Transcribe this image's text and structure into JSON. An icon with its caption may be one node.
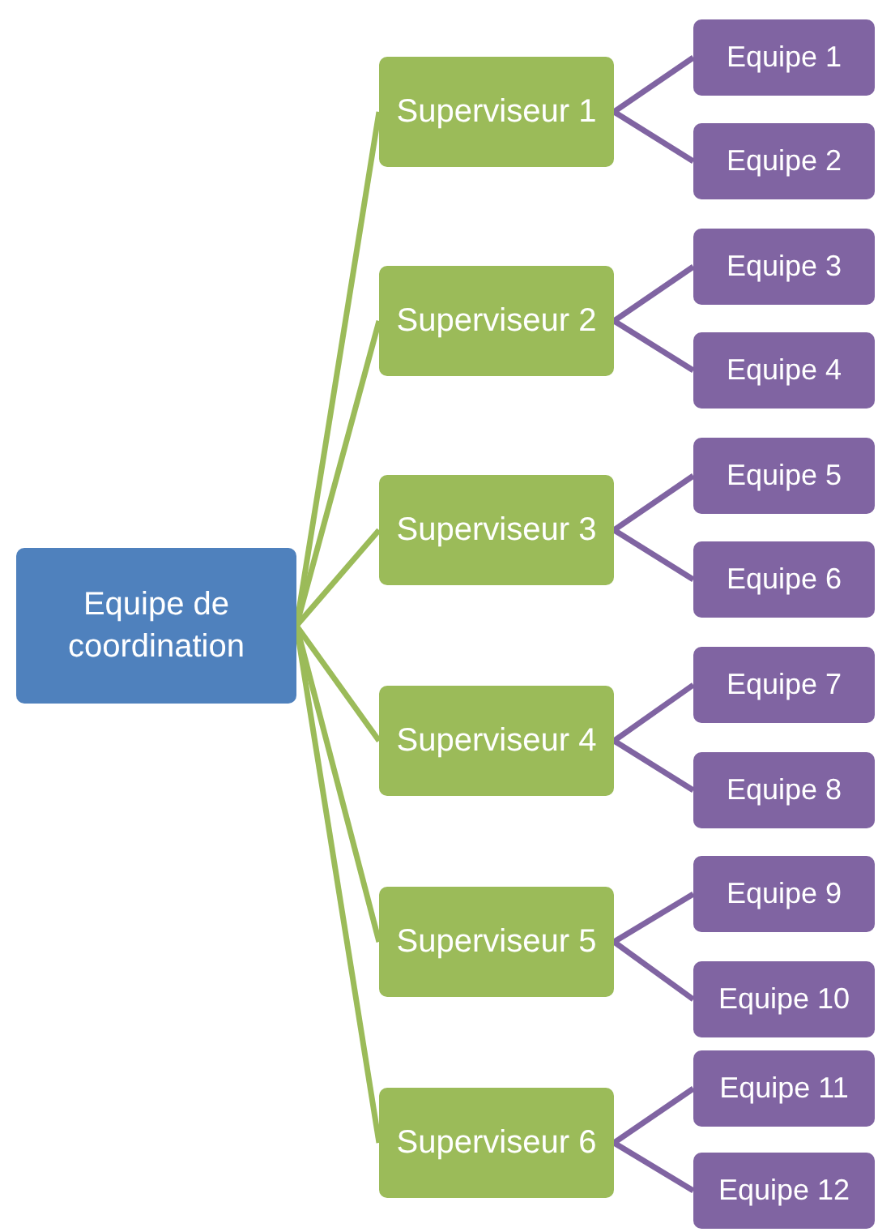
{
  "diagram": {
    "nodes": [
      {
        "text": [
          "Equipe de coordination"
        ]
      },
      {
        "text": [
          "Superviseur 1"
        ]
      },
      {
        "text": [
          "Superviseur 2"
        ]
      },
      {
        "text": [
          "Superviseur 3"
        ]
      },
      {
        "text": [
          "Superviseur 4"
        ]
      },
      {
        "text": [
          "Superviseur 5"
        ]
      },
      {
        "text": [
          "Superviseur 6"
        ]
      },
      {
        "text": [
          "Equipe 1"
        ]
      },
      {
        "text": [
          "Equipe 2"
        ]
      },
      {
        "text": [
          "Equipe 3"
        ]
      },
      {
        "text": [
          "Equipe 4"
        ]
      },
      {
        "text": [
          "Equipe 5"
        ]
      },
      {
        "text": [
          "Equipe 6"
        ]
      },
      {
        "text": [
          "Equipe 7"
        ]
      },
      {
        "text": [
          "Equipe 8"
        ]
      },
      {
        "text": [
          "Equipe 9"
        ]
      },
      {
        "text": [
          "Equipe 10"
        ]
      },
      {
        "text": [
          "Equipe 11"
        ]
      },
      {
        "text": [
          "Equipe 12"
        ]
      }
    ],
    "edges": [
      {
        "from": 0,
        "to": 1,
        "arrow": "none",
        "color": "#9bbb59"
      },
      {
        "from": 0,
        "to": 2,
        "arrow": "none",
        "color": "#9bbb59"
      },
      {
        "from": 0,
        "to": 3,
        "arrow": "none",
        "color": "#9bbb59"
      },
      {
        "from": 0,
        "to": 4,
        "arrow": "none",
        "color": "#9bbb59"
      },
      {
        "from": 0,
        "to": 5,
        "arrow": "none",
        "color": "#9bbb59"
      },
      {
        "from": 0,
        "to": 6,
        "arrow": "none",
        "color": "#9bbb59"
      },
      {
        "from": 1,
        "to": 7,
        "arrow": "none"
      },
      {
        "from": 1,
        "to": 8,
        "arrow": "none"
      },
      {
        "from": 2,
        "to": 9,
        "arrow": "none"
      },
      {
        "from": 2,
        "to": 10,
        "arrow": "none"
      },
      {
        "from": 3,
        "to": 11,
        "arrow": "none"
      },
      {
        "from": 3,
        "to": 12,
        "arrow": "none"
      },
      {
        "from": 4,
        "to": 13,
        "arrow": "none"
      },
      {
        "from": 4,
        "to": 14,
        "arrow": "none"
      },
      {
        "from": 5,
        "to": 15,
        "arrow": "none"
      },
      {
        "from": 5,
        "to": 16,
        "arrow": "none"
      },
      {
        "from": 6,
        "to": 17,
        "arrow": "none"
      },
      {
        "from": 6,
        "to": 18,
        "arrow": "none"
      }
    ]
  }
}
